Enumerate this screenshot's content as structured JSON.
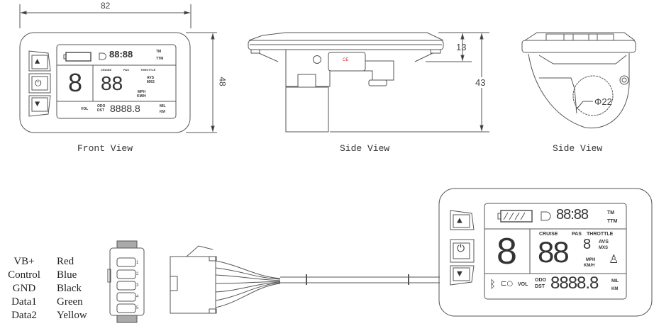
{
  "front_view": {
    "caption": "Front View",
    "width_dim": "82",
    "height_dim": "48",
    "buttons": [
      {
        "name": "up",
        "glyph": "▲"
      },
      {
        "name": "power",
        "glyph": "⏻"
      },
      {
        "name": "down",
        "glyph": "▼"
      }
    ]
  },
  "side_view_1": {
    "caption": "Side View",
    "dim_small": "13",
    "dim_total": "43",
    "label_red": "CE"
  },
  "side_view_2": {
    "caption": "Side View",
    "diameter": "Φ22"
  },
  "lcd": {
    "top_digits": "88:88",
    "tm": "TM",
    "ttm": "TTM",
    "gear_digit": "8",
    "cruise": "CRUISE",
    "pas": "PAS",
    "throttle": "THROTTLE",
    "speed_digits": "88",
    "small_digit": "8",
    "avs": "AVS",
    "mxs": "MXS",
    "mph": "MPH",
    "kmh": "KM/H",
    "vol": "VOL",
    "odo": "ODO",
    "dst": "DST",
    "odo_digits": "8888.8",
    "mil": "MIL",
    "km": "KM"
  },
  "wiring": {
    "signals": [
      "VB+",
      "Control",
      "GND",
      "Data1",
      "Data2"
    ],
    "colors": [
      "Red",
      "Blue",
      "Black",
      "Green",
      "Yellow"
    ],
    "pins": [
      "1",
      "2",
      "3",
      "4",
      "5"
    ]
  },
  "colors": {
    "line": "#555555",
    "red_label": "#dd2233"
  }
}
